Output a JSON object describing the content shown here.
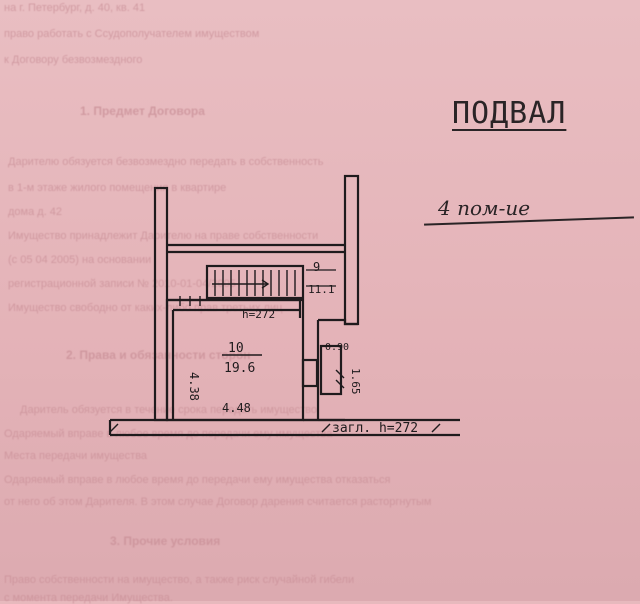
{
  "document": {
    "background_lines": [
      "на  г. Петербург,  д. 40, кв. 41",
      "право работать с  Ссудополучателем  имуществом",
      "к Договору безвозмездного"
    ],
    "section1_title": "1. Предмет Договора",
    "section1_lines": [
      "Дарителю обязуется безвозмездно передать в собственность",
      "в 1-м этаже жилого помещения в квартире",
      "дома д. 42",
      "Имущество принадлежит Дарителю на праве собственности",
      "(с 05 04 2005) на основании",
      "регистрационной записи № 2010-01-04/2005",
      "Имущество свободно от каких-либо прав третьих лиц"
    ],
    "section2_title": "2. Права и обязанности сторон",
    "section2_lines": [
      "Даритель обязуется в течение срока передать имущество",
      "Одаряемый вправе в любое время до передачи ему имущества",
      "Места передачи имущества",
      "Одаряемый вправе в любое время до передачи ему имущества отказаться",
      "от него об этом Дарителя. В этом случае Договор дарения считается расторгнутым"
    ],
    "section3_title": "3. Прочие условия",
    "section3_lines": [
      "Право собственности на имущество, а также риск случайной гибели",
      "с момента передачи Имущества."
    ]
  },
  "stamp": {
    "title": "ПОДВАЛ",
    "rooms_note": "4 пом-ие"
  },
  "plan": {
    "room9_number": "9",
    "room9_area": "11.1",
    "room10_number": "10",
    "room10_area": "19.6",
    "height_room": "h=272",
    "height_basement": "загл. h=272",
    "dim_bottom": "4.48",
    "dim_left": "4.38",
    "dim_right": "1.65",
    "dim_small": "0.90"
  }
}
